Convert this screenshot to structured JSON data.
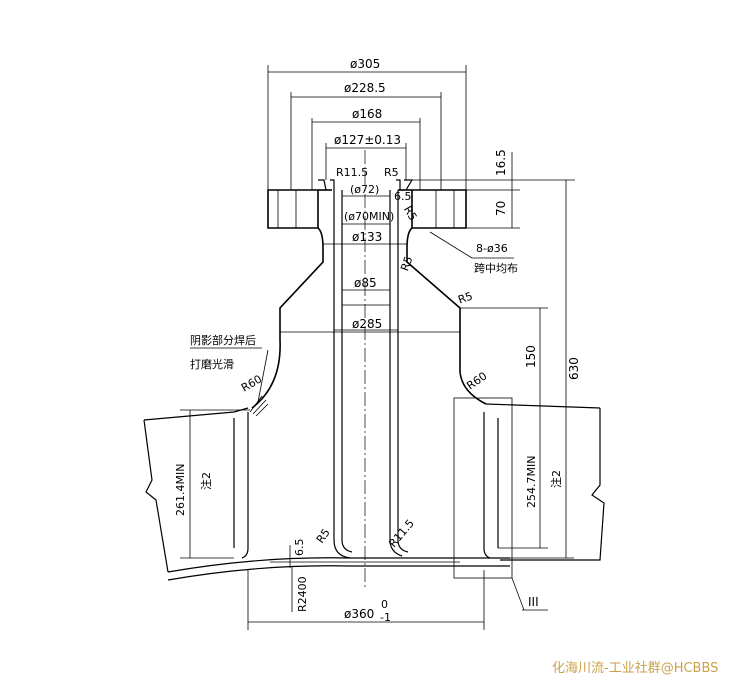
{
  "dims": {
    "d305": "ø305",
    "d228_5": "ø228.5",
    "d168": "ø168",
    "d127": "ø127±0.13",
    "r11_5_top": "R11.5",
    "r5_top": "R5",
    "d72": "(ø72)",
    "d6_5_top": "6.5",
    "r5_right_top": "R5",
    "d70min": "(ø70MIN)",
    "d133": "ø133",
    "r5_mid": "R5",
    "d85": "ø85",
    "d285": "ø285",
    "r5_shoulder": "R5",
    "r60_left": "R60",
    "r60_right": "R60",
    "v16_5": "16.5",
    "v70": "70",
    "v150": "150",
    "v630": "630",
    "v261_4": "261.4MIN",
    "v254_7": "254.7MIN",
    "note_left": "注2",
    "note_right": "注2",
    "r5_bottom": "R5",
    "r11_5_bottom": "R11.5",
    "v6_5_bottom": "6.5",
    "r2400": "R2400",
    "d360": "ø360",
    "d360_tol_upper": "0",
    "d360_tol_lower": "-1",
    "bolt_holes": "8-ø36",
    "bolt_note": "跨中均布",
    "weld_note_1": "阴影部分焊后",
    "weld_note_2": "打磨光滑",
    "section_mark": "III"
  },
  "watermark": "化海川流-工业社群@HCBBS"
}
